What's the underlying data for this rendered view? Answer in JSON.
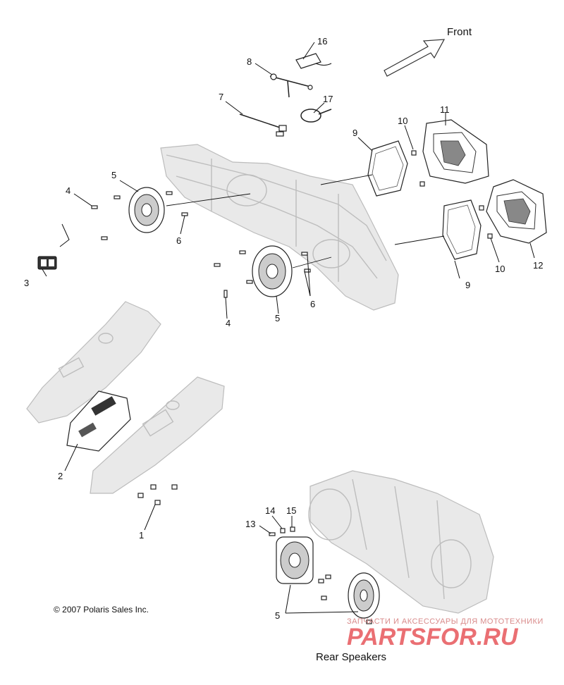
{
  "diagram": {
    "front_label": "Front",
    "copyright": "© 2007 Polaris Sales Inc.",
    "section_label": "Rear Speakers",
    "watermark_small": "ЗАПЧАСТИ И АКСЕССУАРЫ ДЛЯ МОТОТЕХНИКИ",
    "watermark_brand": "PARTSFOR.RU"
  },
  "callouts": {
    "c1": "1",
    "c2": "2",
    "c3": "3",
    "c4a": "4",
    "c4b": "4",
    "c5a": "5",
    "c5b": "5",
    "c5c": "5",
    "c6a": "6",
    "c6b": "6",
    "c7": "7",
    "c8": "8",
    "c9a": "9",
    "c9b": "9",
    "c10a": "10",
    "c10b": "10",
    "c11": "11",
    "c12": "12",
    "c13": "13",
    "c14": "14",
    "c15": "15",
    "c16": "16",
    "c17": "17"
  }
}
